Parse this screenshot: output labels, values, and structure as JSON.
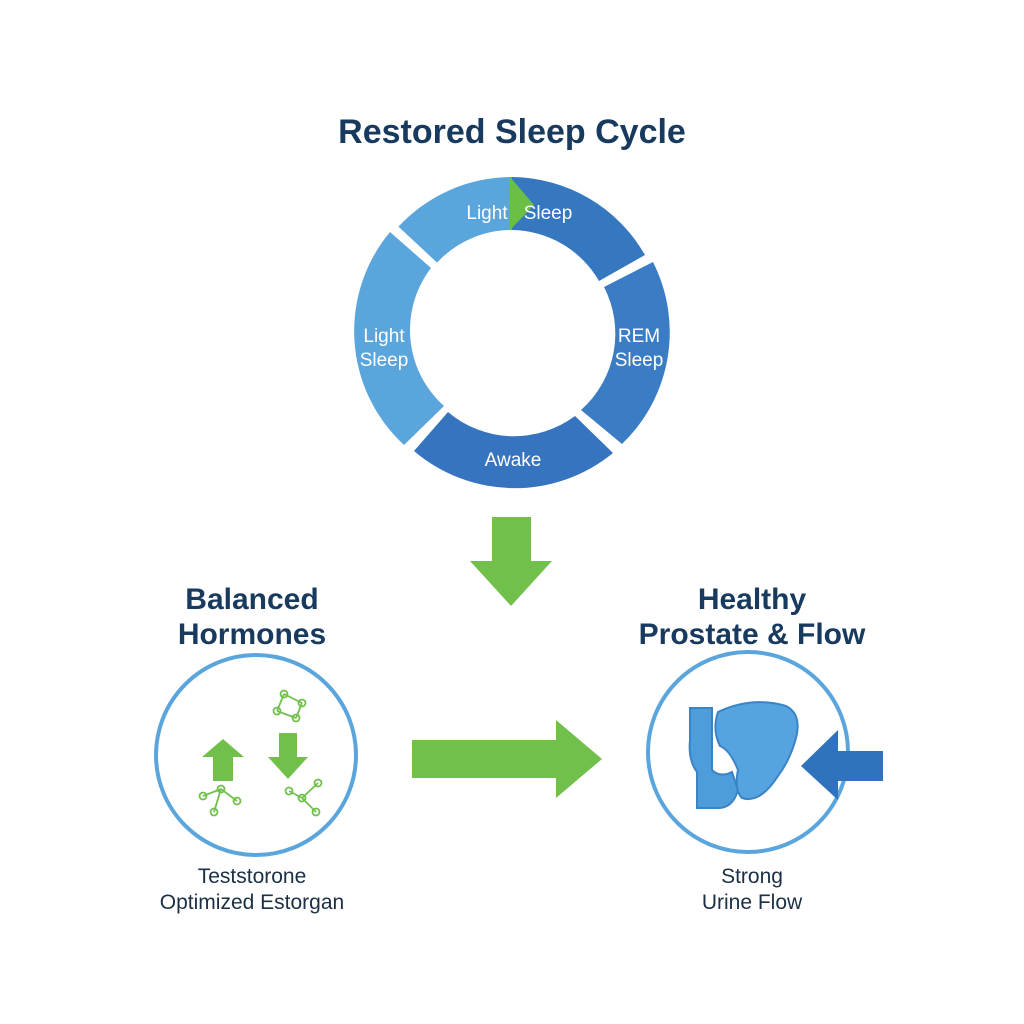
{
  "diagram": {
    "title": "Restored Sleep Cycle",
    "sleep_cycle": {
      "segments": [
        {
          "label_lines": [
            "Light",
            "Sleep"
          ],
          "color": "#5aa5dc"
        },
        {
          "label_lines": [
            "Light",
            "Sleep"
          ],
          "color": "#3578c0"
        },
        {
          "label_lines": [
            "REM",
            "Sleep"
          ],
          "color": "#3578c0"
        },
        {
          "label_lines": [
            "Awake"
          ],
          "color": "#3674bf"
        }
      ],
      "indicator_color": "#6cbf45"
    },
    "hormones": {
      "title_lines": [
        "Balanced",
        "Hormones"
      ],
      "caption_lines": [
        "Teststorone",
        "Optimized Estorgan"
      ]
    },
    "prostate": {
      "title_lines": [
        "Healthy",
        "Prostate & Flow"
      ],
      "caption_lines": [
        "Strong",
        "Urine Flow"
      ]
    },
    "colors": {
      "title": "#173a5e",
      "arrow_green": "#72c04c",
      "ring_blue": "#5aa5dc",
      "organ_blue": "#4d9ddb",
      "arrow_blue": "#2f73bd"
    }
  }
}
